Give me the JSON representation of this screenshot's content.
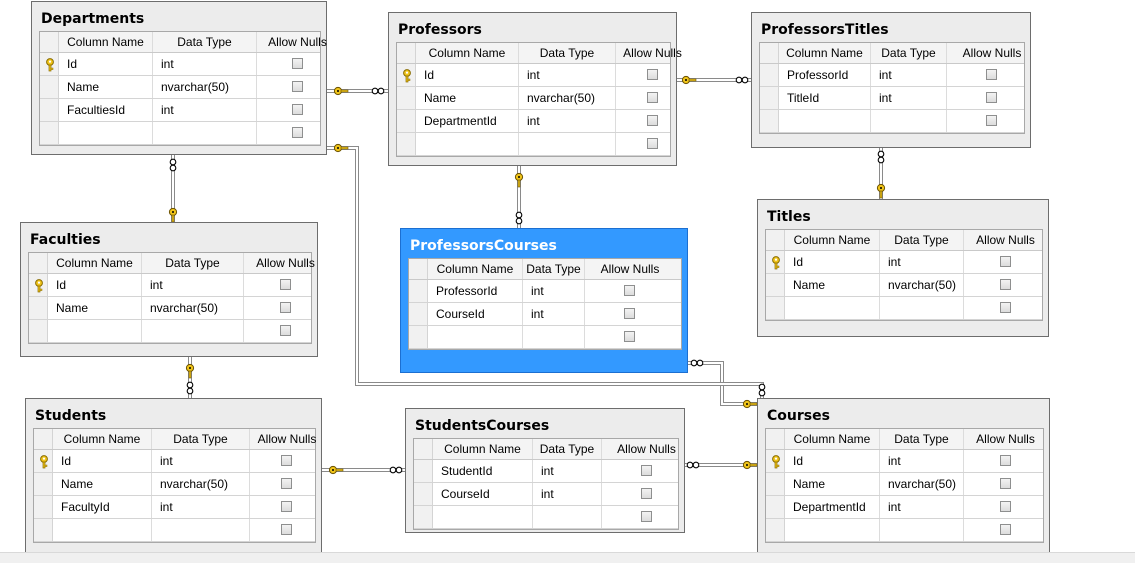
{
  "diagram": {
    "grid_headers": {
      "column_name": "Column Name",
      "data_type": "Data Type",
      "allow_nulls": "Allow Nulls"
    },
    "icons": {
      "primary_key": "key-icon",
      "allow_nulls": "checkbox-icon",
      "one_end": "key-connector-icon",
      "many_end": "infinity-connector-icon"
    },
    "colors": {
      "selected_table": "#3399ff",
      "table_bg": "#ececec",
      "primary_key_gold": "#f0c419",
      "link_line": "#8a8a8a"
    },
    "tables": [
      {
        "id": "departments",
        "title": "Departments",
        "selected": false,
        "rows": [
          {
            "column": "Id",
            "type": "int",
            "pk": true
          },
          {
            "column": "Name",
            "type": "nvarchar(50)",
            "pk": false
          },
          {
            "column": "FacultiesId",
            "type": "int",
            "pk": false
          },
          {
            "column": "",
            "type": "",
            "pk": false
          }
        ]
      },
      {
        "id": "professors",
        "title": "Professors",
        "selected": false,
        "rows": [
          {
            "column": "Id",
            "type": "int",
            "pk": true
          },
          {
            "column": "Name",
            "type": "nvarchar(50)",
            "pk": false
          },
          {
            "column": "DepartmentId",
            "type": "int",
            "pk": false
          },
          {
            "column": "",
            "type": "",
            "pk": false
          }
        ]
      },
      {
        "id": "professorstitles",
        "title": "ProfessorsTitles",
        "selected": false,
        "rows": [
          {
            "column": "ProfessorId",
            "type": "int",
            "pk": false
          },
          {
            "column": "TitleId",
            "type": "int",
            "pk": false
          },
          {
            "column": "",
            "type": "",
            "pk": false
          }
        ]
      },
      {
        "id": "faculties",
        "title": "Faculties",
        "selected": false,
        "rows": [
          {
            "column": "Id",
            "type": "int",
            "pk": true
          },
          {
            "column": "Name",
            "type": "nvarchar(50)",
            "pk": false
          },
          {
            "column": "",
            "type": "",
            "pk": false
          }
        ]
      },
      {
        "id": "professorscourses",
        "title": "ProfessorsCourses",
        "selected": true,
        "rows": [
          {
            "column": "ProfessorId",
            "type": "int",
            "pk": false
          },
          {
            "column": "CourseId",
            "type": "int",
            "pk": false
          },
          {
            "column": "",
            "type": "",
            "pk": false
          }
        ]
      },
      {
        "id": "titles",
        "title": "Titles",
        "selected": false,
        "rows": [
          {
            "column": "Id",
            "type": "int",
            "pk": true
          },
          {
            "column": "Name",
            "type": "nvarchar(50)",
            "pk": false
          },
          {
            "column": "",
            "type": "",
            "pk": false
          }
        ]
      },
      {
        "id": "students",
        "title": "Students",
        "selected": false,
        "rows": [
          {
            "column": "Id",
            "type": "int",
            "pk": true
          },
          {
            "column": "Name",
            "type": "nvarchar(50)",
            "pk": false
          },
          {
            "column": "FacultyId",
            "type": "int",
            "pk": false
          },
          {
            "column": "",
            "type": "",
            "pk": false
          }
        ]
      },
      {
        "id": "studentscourses",
        "title": "StudentsCourses",
        "selected": false,
        "rows": [
          {
            "column": "StudentId",
            "type": "int",
            "pk": false
          },
          {
            "column": "CourseId",
            "type": "int",
            "pk": false
          },
          {
            "column": "",
            "type": "",
            "pk": false
          }
        ]
      },
      {
        "id": "courses",
        "title": "Courses",
        "selected": false,
        "rows": [
          {
            "column": "Id",
            "type": "int",
            "pk": true
          },
          {
            "column": "Name",
            "type": "nvarchar(50)",
            "pk": false
          },
          {
            "column": "DepartmentId",
            "type": "int",
            "pk": false
          },
          {
            "column": "",
            "type": "",
            "pk": false
          }
        ]
      }
    ],
    "relationships": [
      {
        "id": "departments-professors",
        "one": "departments",
        "many": "professors"
      },
      {
        "id": "professors-professorstitles",
        "one": "professors",
        "many": "professorstitles"
      },
      {
        "id": "titles-professorstitles",
        "one": "titles",
        "many": "professorstitles"
      },
      {
        "id": "faculties-departments",
        "one": "faculties",
        "many": "departments"
      },
      {
        "id": "professors-professorscourses",
        "one": "professors",
        "many": "professorscourses"
      },
      {
        "id": "faculties-students",
        "one": "faculties",
        "many": "students"
      },
      {
        "id": "students-studentscourses",
        "one": "students",
        "many": "studentscourses"
      },
      {
        "id": "courses-studentscourses",
        "one": "courses",
        "many": "studentscourses"
      },
      {
        "id": "courses-professorscourses",
        "one": "courses",
        "many": "professorscourses"
      },
      {
        "id": "departments-courses",
        "one": "departments",
        "many": "courses"
      }
    ]
  }
}
